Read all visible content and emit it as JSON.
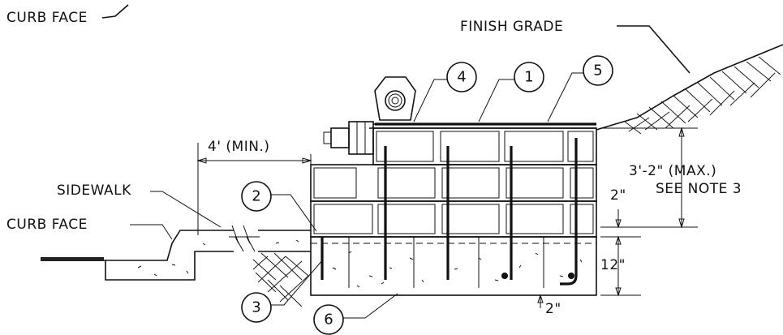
{
  "labels": {
    "curb_face_top": "CURB FACE",
    "finish_grade": "FINISH GRADE",
    "min_width": "4' (MIN.)",
    "sidewalk": "SIDEWALK",
    "curb_face": "CURB FACE",
    "max_height": "3'-2\" (MAX.)",
    "see_note": "SEE NOTE 3",
    "dim_2_upper": "2\"",
    "dim_12": "12\"",
    "dim_2_lower": "2\""
  },
  "callouts": [
    "1",
    "2",
    "3",
    "4",
    "5",
    "6"
  ]
}
